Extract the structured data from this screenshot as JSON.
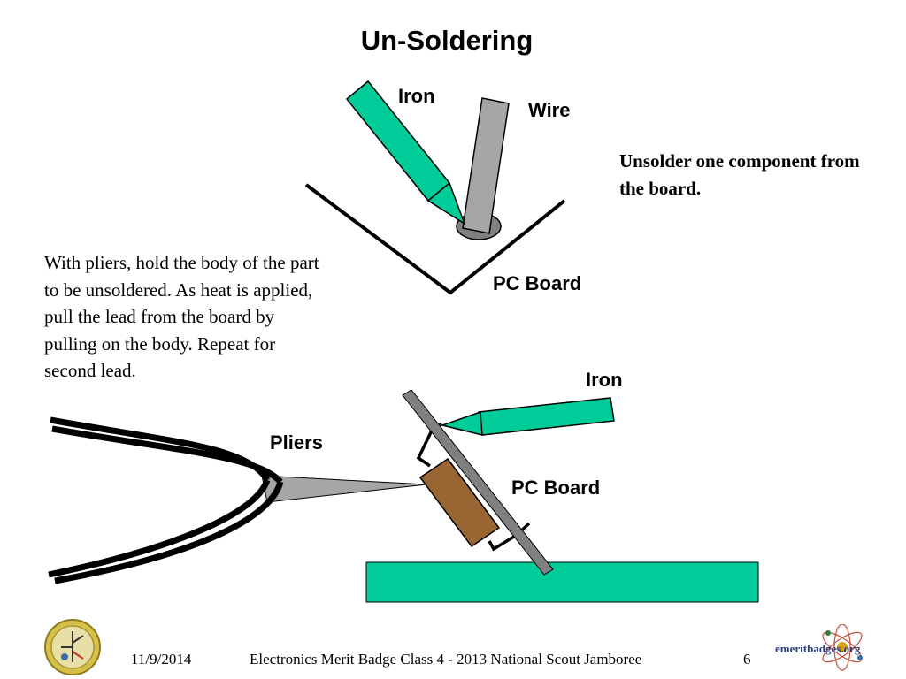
{
  "title": "Un-Soldering",
  "top_diagram": {
    "iron_label": "Iron",
    "wire_label": "Wire",
    "board_label": "PC  Board"
  },
  "bottom_diagram": {
    "iron_label": "Iron",
    "pliers_label": "Pliers",
    "board_label": "PC  Board"
  },
  "note": "Unsolder one component from the board.",
  "instructions": "With  pliers, hold the body of the part to be unsoldered.  As heat is applied, pull the lead from the board by pulling on the body.  Repeat for second lead.",
  "footer": {
    "date": "11/9/2014",
    "center": "Electronics Merit Badge Class 4 - 2013 National Scout Jamboree",
    "page": "6"
  },
  "logo_text": "emeritbadges.org",
  "colors": {
    "iron": "#00cc99",
    "board_green": "#00cc99",
    "wire": "#a6a6a6",
    "component": "#996633",
    "solder": "#808080"
  }
}
